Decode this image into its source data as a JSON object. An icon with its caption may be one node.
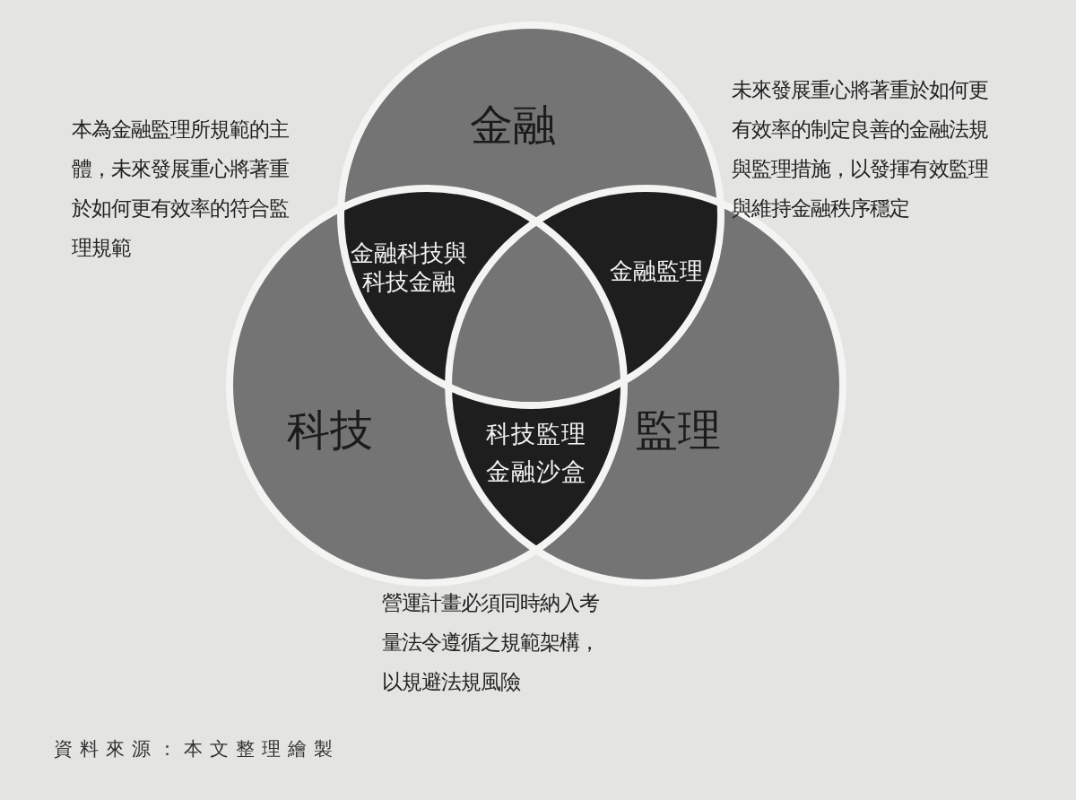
{
  "diagram": {
    "caption": "資料來源：本文整理繪製",
    "nodes": [
      {
        "text": [
          "金融"
        ]
      },
      {
        "text": [
          "科技"
        ]
      },
      {
        "text": [
          "監理"
        ]
      },
      {
        "text": [
          "金融科技與科技金融"
        ]
      },
      {
        "text": [
          "金融監理"
        ]
      },
      {
        "text": [
          "科技監理",
          "金融沙盒"
        ]
      }
    ],
    "edges": [],
    "labels": [
      "本為金融監理所規範的主體，未來發展重心將著重於如何更有效率的符合監理規範",
      "未來發展重心將著重於如何更有效率的制定良善的金融法規與監理措施，以發揮有效監理與維持金融秩序穩定",
      "營運計畫必須同時納入考量法令遵循之規範架構，以規避法規風險"
    ]
  }
}
